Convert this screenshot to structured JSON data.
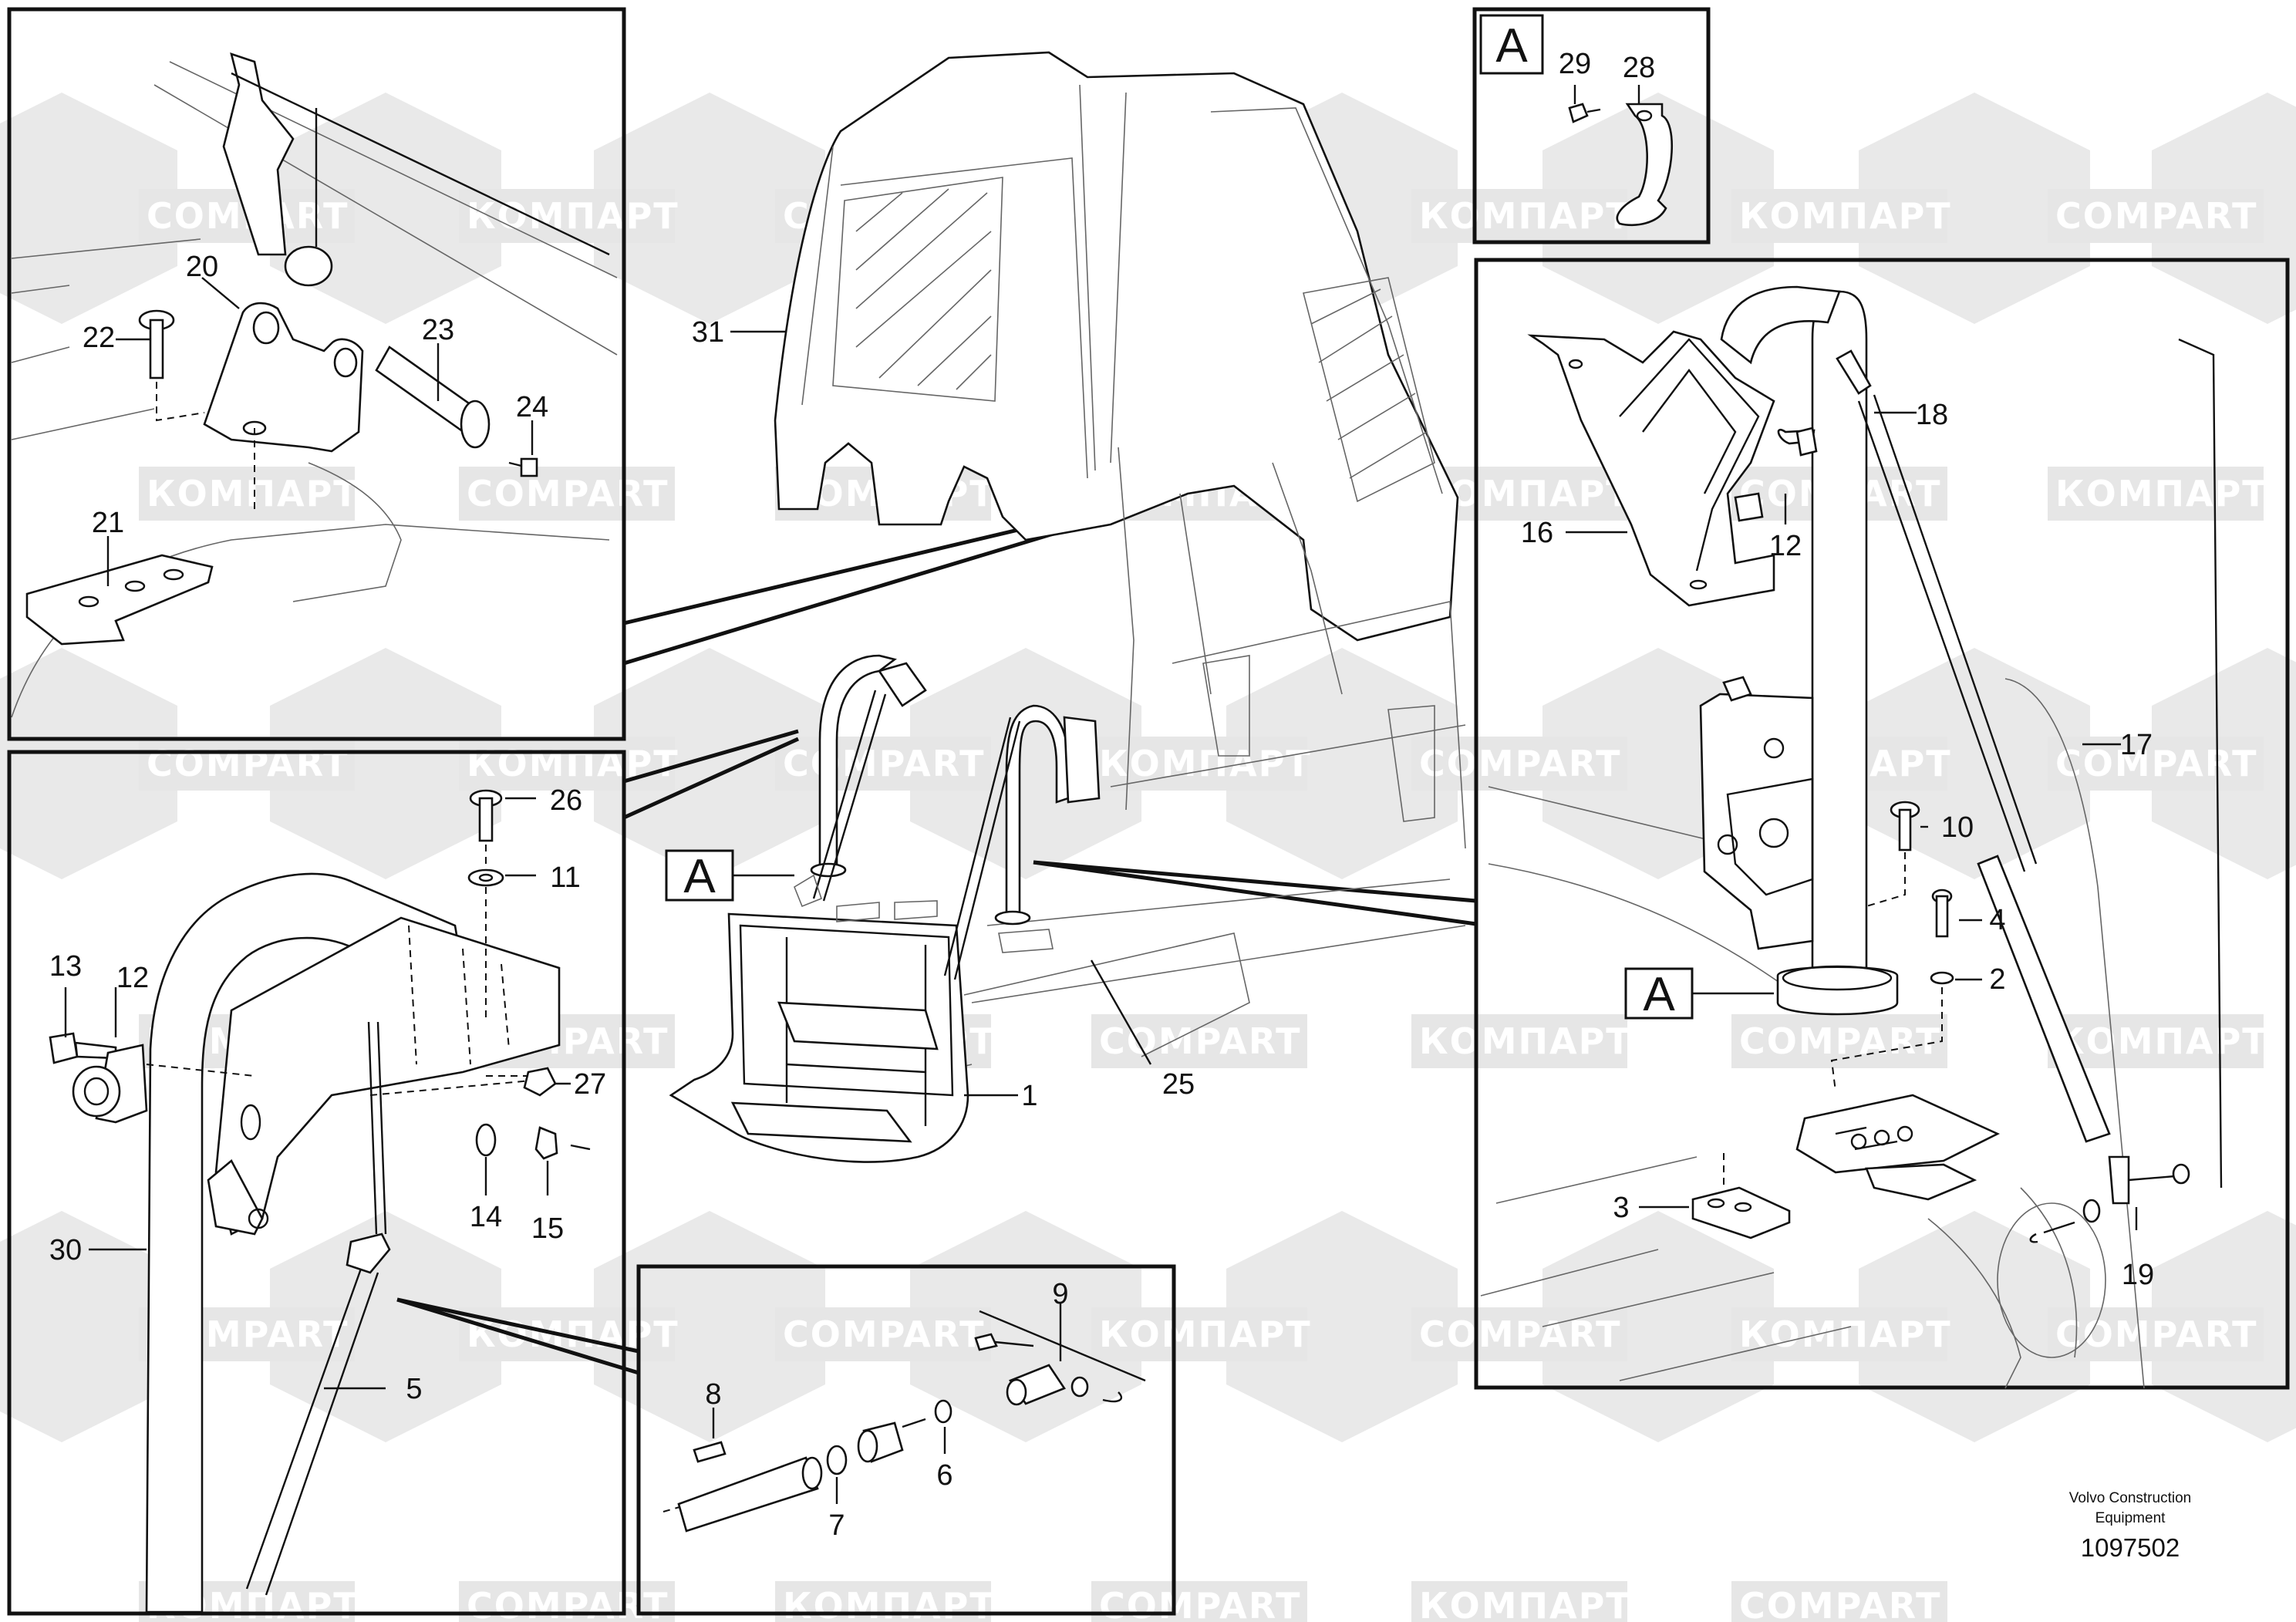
{
  "watermark": {
    "logo_text_a": "COMPART",
    "logo_text_b": "КОМПАРТ"
  },
  "callouts": {
    "p1": "1",
    "p2": "2",
    "p3": "3",
    "p4": "4",
    "p5": "5",
    "p6": "6",
    "p7": "7",
    "p8": "8",
    "p9": "9",
    "p10": "10",
    "p11": "11",
    "p12_left": "12",
    "p12_right": "12",
    "p13": "13",
    "p14": "14",
    "p15": "15",
    "p16": "16",
    "p17": "17",
    "p18": "18",
    "p19": "19",
    "p20": "20",
    "p21": "21",
    "p22": "22",
    "p23": "23",
    "p24": "24",
    "p25": "25",
    "p26": "26",
    "p27": "27",
    "p28": "28",
    "p29": "29",
    "p30": "30",
    "p31": "31"
  },
  "view_markers": {
    "main": "A",
    "detail_top": "A",
    "detail_right": "A"
  },
  "footer": {
    "company_line1": "Volvo Construction",
    "company_line2": "Equipment",
    "drawing_number": "1097502"
  },
  "colors": {
    "watermark": "#e6e6e6",
    "line": "#111111",
    "background": "#ffffff"
  }
}
